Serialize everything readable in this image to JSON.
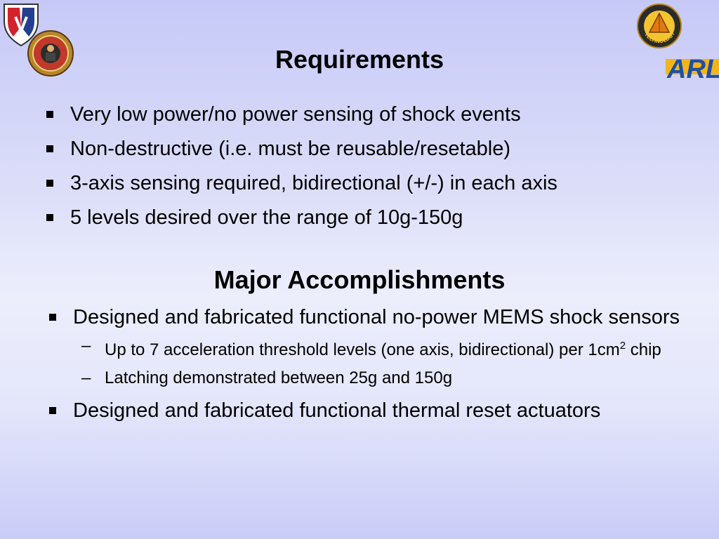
{
  "title": "Requirements",
  "requirements": [
    "Very low power/no power sensing of shock events",
    "Non-destructive (i.e. must be reusable/resetable)",
    "3-axis sensing required, bidirectional (+/-) in each axis",
    "5 levels desired over the range of 10g-150g"
  ],
  "accomplishments_title": "Major Accomplishments",
  "accomplishments": [
    {
      "text": "Designed and fabricated functional no-power MEMS shock sensors",
      "subitems": [
        {
          "before": "Up to 7 acceleration threshold levels (one axis, bidirectional) per 1cm",
          "sup": "2",
          "after": " chip"
        },
        {
          "before": "Latching demonstrated between 25g and 150g",
          "sup": "",
          "after": ""
        }
      ]
    },
    {
      "text": "Designed and fabricated functional thermal reset actuators"
    }
  ],
  "logos": {
    "right_seal_text": "TECHNOLOGY TO WIN",
    "arl_text": "ARL"
  },
  "colors": {
    "arl_blue": "#1f4fa3",
    "arl_gold": "#f2b51d",
    "shield_red": "#d2232a",
    "shield_blue": "#233f8f"
  }
}
